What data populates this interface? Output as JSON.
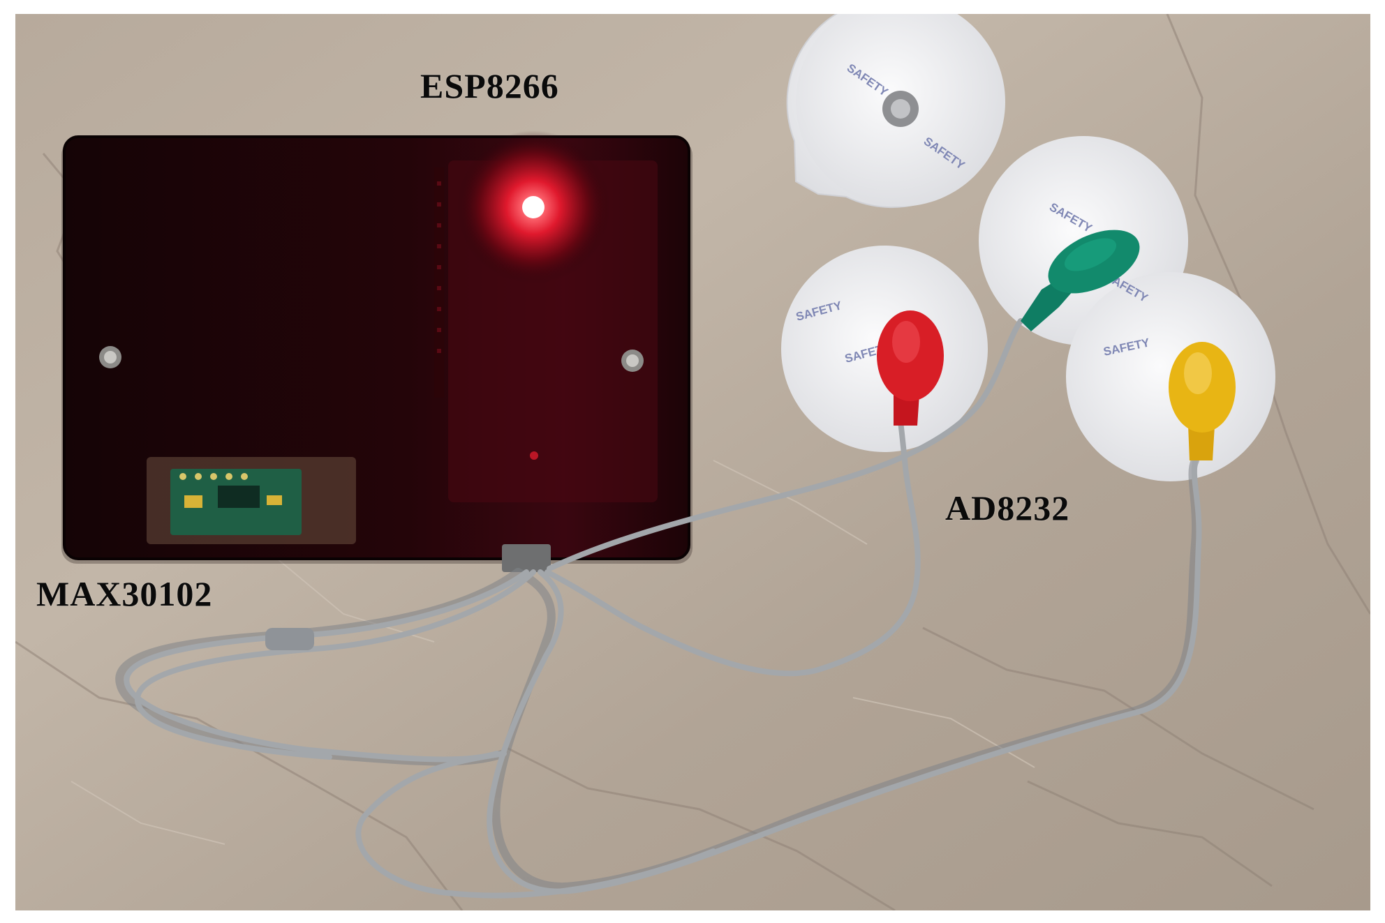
{
  "labels": {
    "esp": "ESP8266",
    "ad": "AD8232",
    "max": "MAX30102"
  },
  "pad_print": "SAFETY",
  "colors": {
    "marble": "#b9ab9d",
    "enclosure": "#1a0508",
    "led": "#ff2a3a",
    "cable": "#9fa3a8",
    "lead_red": "#d81e26",
    "lead_green": "#0f7d63",
    "lead_yellow": "#e8b514",
    "pad": "#f3f3f4",
    "sensor_board": "#1f5f45"
  }
}
